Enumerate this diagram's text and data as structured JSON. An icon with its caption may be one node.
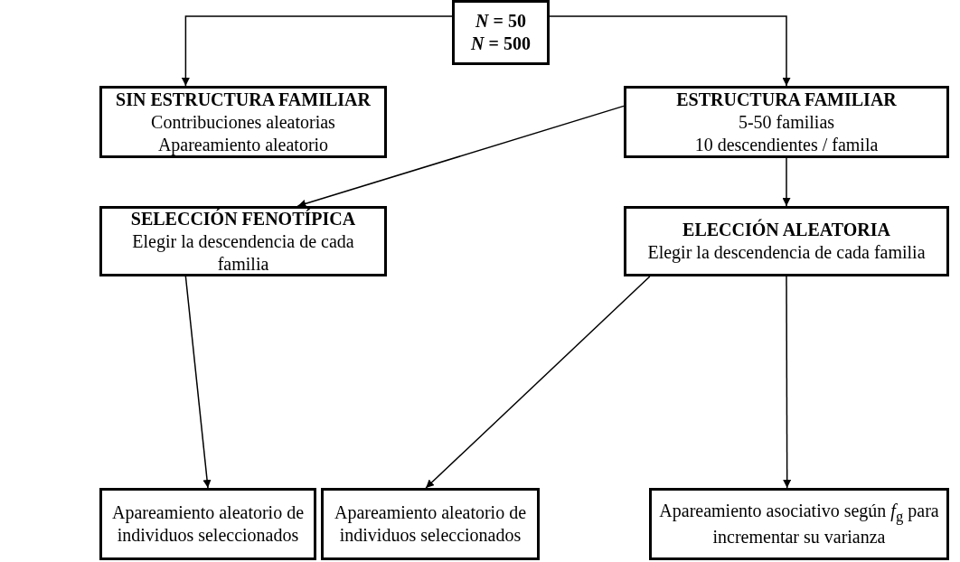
{
  "diagram": {
    "nodes": [
      {
        "text": [
          "*N* = 50",
          "*N* = 500"
        ]
      },
      {
        "text": [
          "SIN ESTRUCTURA FAMILIAR",
          "Contribuciones aleatorias",
          "Apareamiento aleatorio"
        ]
      },
      {
        "text": [
          "ESTRUCTURA FAMILIAR",
          "5-50 familias",
          "10 descendientes / famila"
        ]
      },
      {
        "text": [
          "SELECCIÓN FENOTÍPICA",
          "Elegir la descendencia de cada familia"
        ]
      },
      {
        "text": [
          "ELECCIÓN ALEATORIA",
          "Elegir la descendencia de cada familia"
        ]
      },
      {
        "text": [
          "Apareamiento aleatorio de individuos seleccionados"
        ]
      },
      {
        "text": [
          "Apareamiento aleatorio de individuos seleccionados"
        ]
      },
      {
        "text": [
          "Apareamiento asociativo según *f*$_{g}$ para incrementar su varianza"
        ]
      }
    ],
    "edges": [
      {
        "from": 0,
        "to": 1,
        "arrow": "to"
      },
      {
        "from": 0,
        "to": 2,
        "arrow": "to"
      },
      {
        "from": 2,
        "to": 3,
        "arrow": "to"
      },
      {
        "from": 2,
        "to": 4,
        "arrow": "to"
      },
      {
        "from": 3,
        "to": 5,
        "arrow": "to"
      },
      {
        "from": 4,
        "to": 6,
        "arrow": "to"
      },
      {
        "from": 4,
        "to": 7,
        "arrow": "to"
      }
    ]
  }
}
